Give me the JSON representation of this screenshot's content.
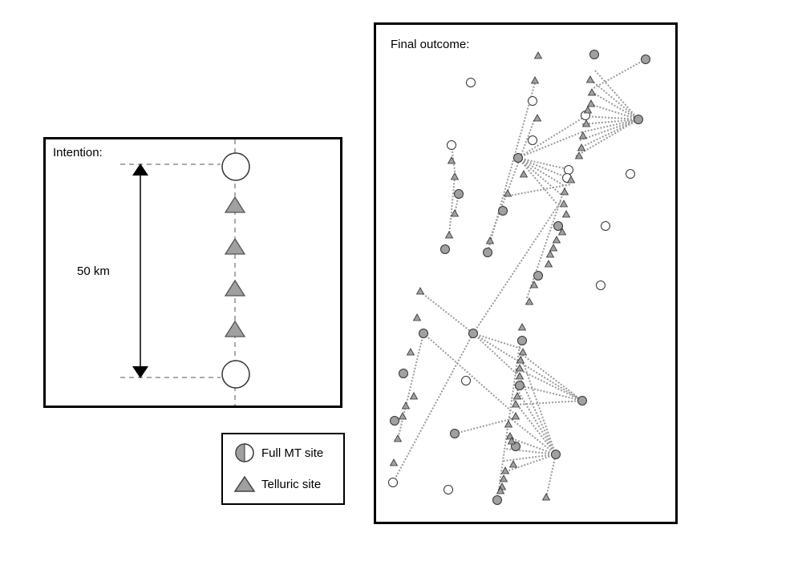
{
  "intention": {
    "title": "Intention:",
    "distance_label": "50 km"
  },
  "final": {
    "title": "Final outcome:"
  },
  "legend": {
    "full_mt_label": "Full MT site",
    "telluric_label": "Telluric site"
  },
  "colors": {
    "site_fill": "#a0a0a0",
    "site_stroke": "#555555",
    "link": "#9a9a9a"
  }
}
